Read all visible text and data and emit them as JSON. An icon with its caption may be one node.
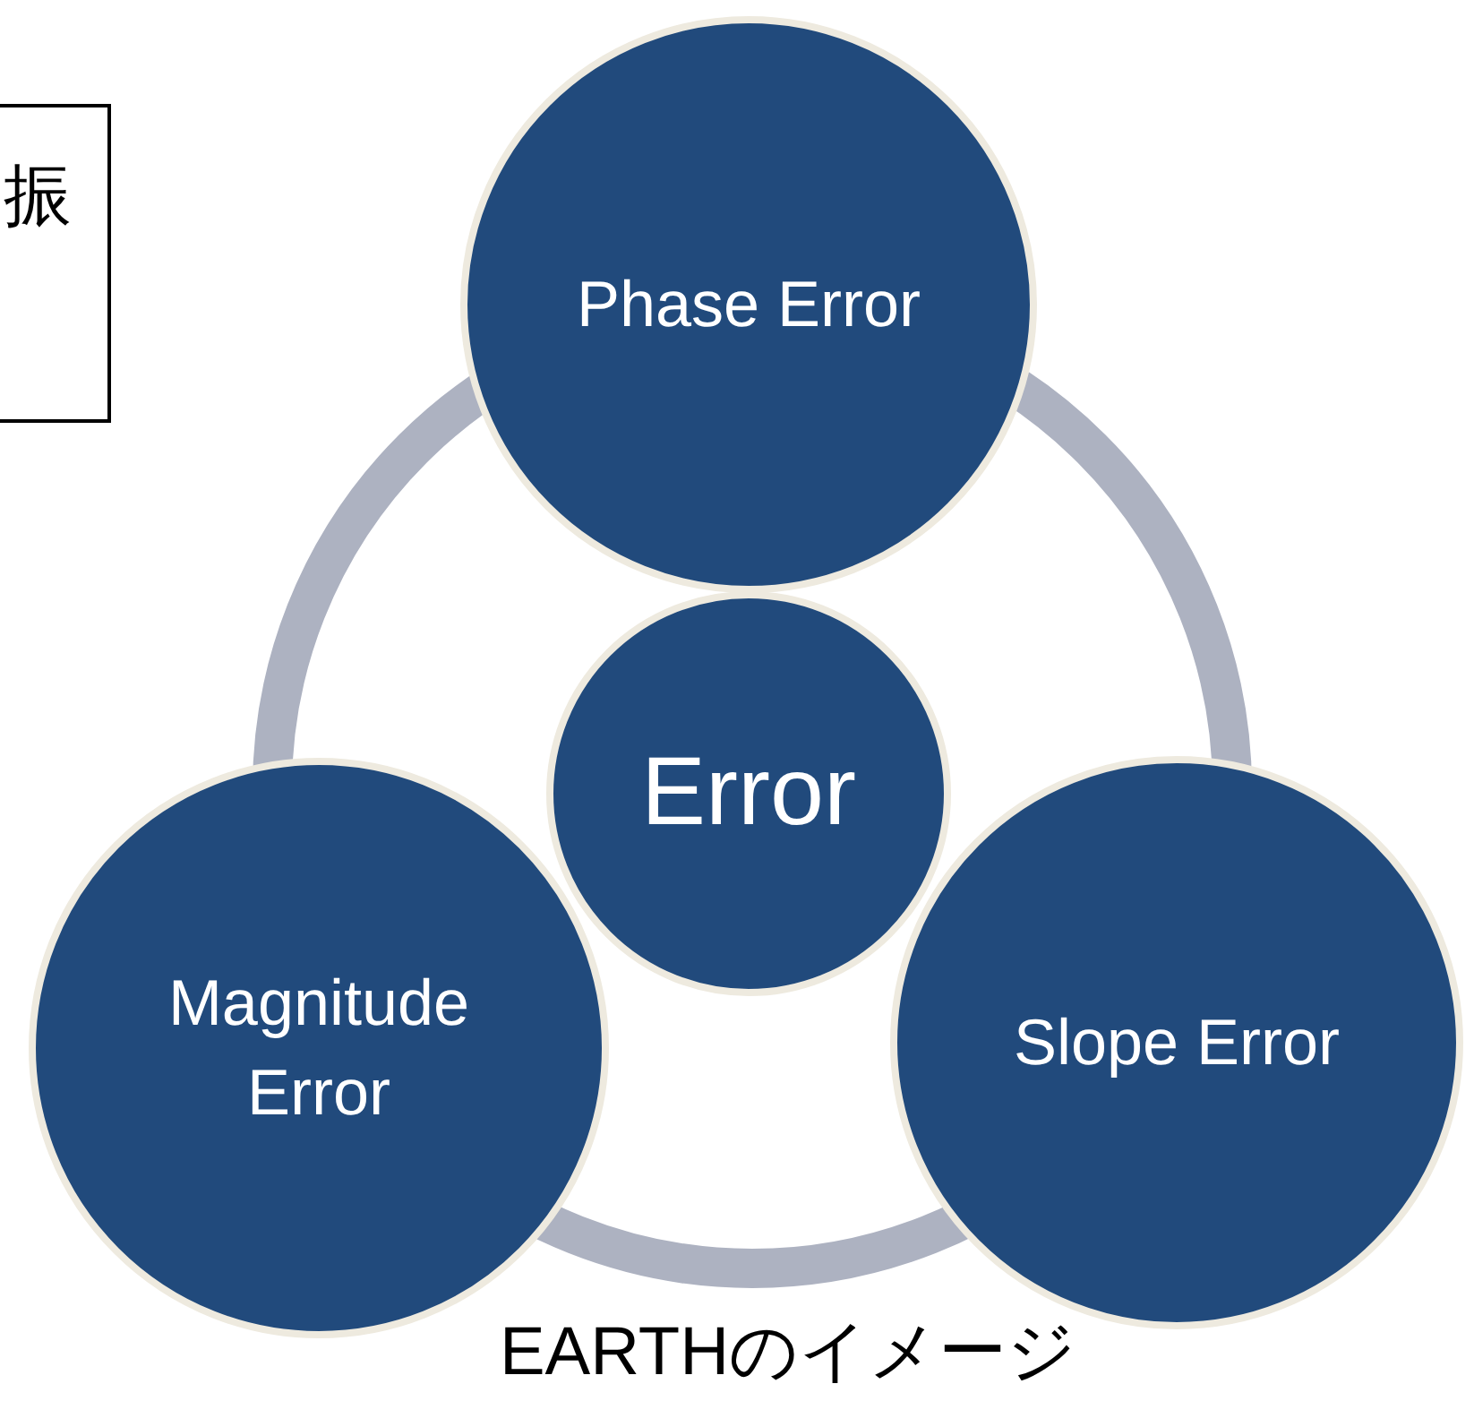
{
  "diagram": {
    "caption": "EARTHのイメージ",
    "nodes": [
      {
        "text": [
          "振"
        ]
      },
      {
        "text": [
          "Phase Error"
        ]
      },
      {
        "text": [
          "Error"
        ]
      },
      {
        "text": [
          "Magnitude Error"
        ]
      },
      {
        "text": [
          "Slope Error"
        ]
      }
    ],
    "edges": []
  }
}
